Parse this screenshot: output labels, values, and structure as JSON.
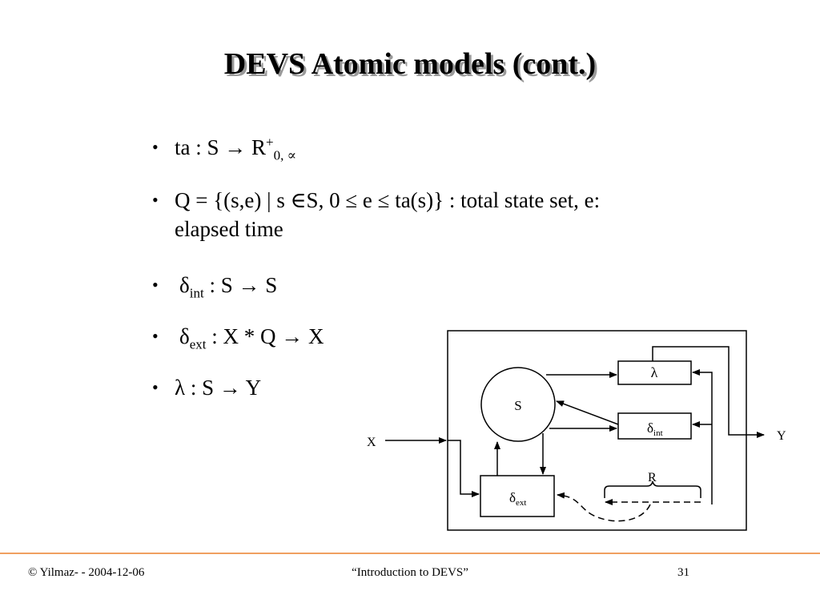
{
  "slide": {
    "title": "DEVS Atomic models (cont.)"
  },
  "bullets": {
    "b1": {
      "pre": "ta : S ",
      "arrow": "→",
      "mid": " R",
      "sup": "+",
      "sub": "0, ∝"
    },
    "b2": {
      "line1": "Q = {(s,e) | s  ∈S, 0 ≤ e ≤ ta(s)} : total state set, e:",
      "line2": "elapsed time"
    },
    "b3": {
      "sym": "δ",
      "sub": "int",
      "rest": " : S → S"
    },
    "b4": {
      "sym": "δ",
      "sub": "ext",
      "rest": " : X * Q →  X"
    },
    "b5": {
      "text": "λ : S → Y"
    }
  },
  "diagram": {
    "state_label": "S",
    "lambda_label": "λ",
    "dint_sym": "δ",
    "dint_sub": "int",
    "dext_sym": "δ",
    "dext_sub": "ext",
    "input_label": "X",
    "output_label": "Y",
    "r_label": "R"
  },
  "footer": {
    "left": "© Yilmaz- -  2004-12-06",
    "center": "“Introduction to DEVS”",
    "page": "31"
  }
}
